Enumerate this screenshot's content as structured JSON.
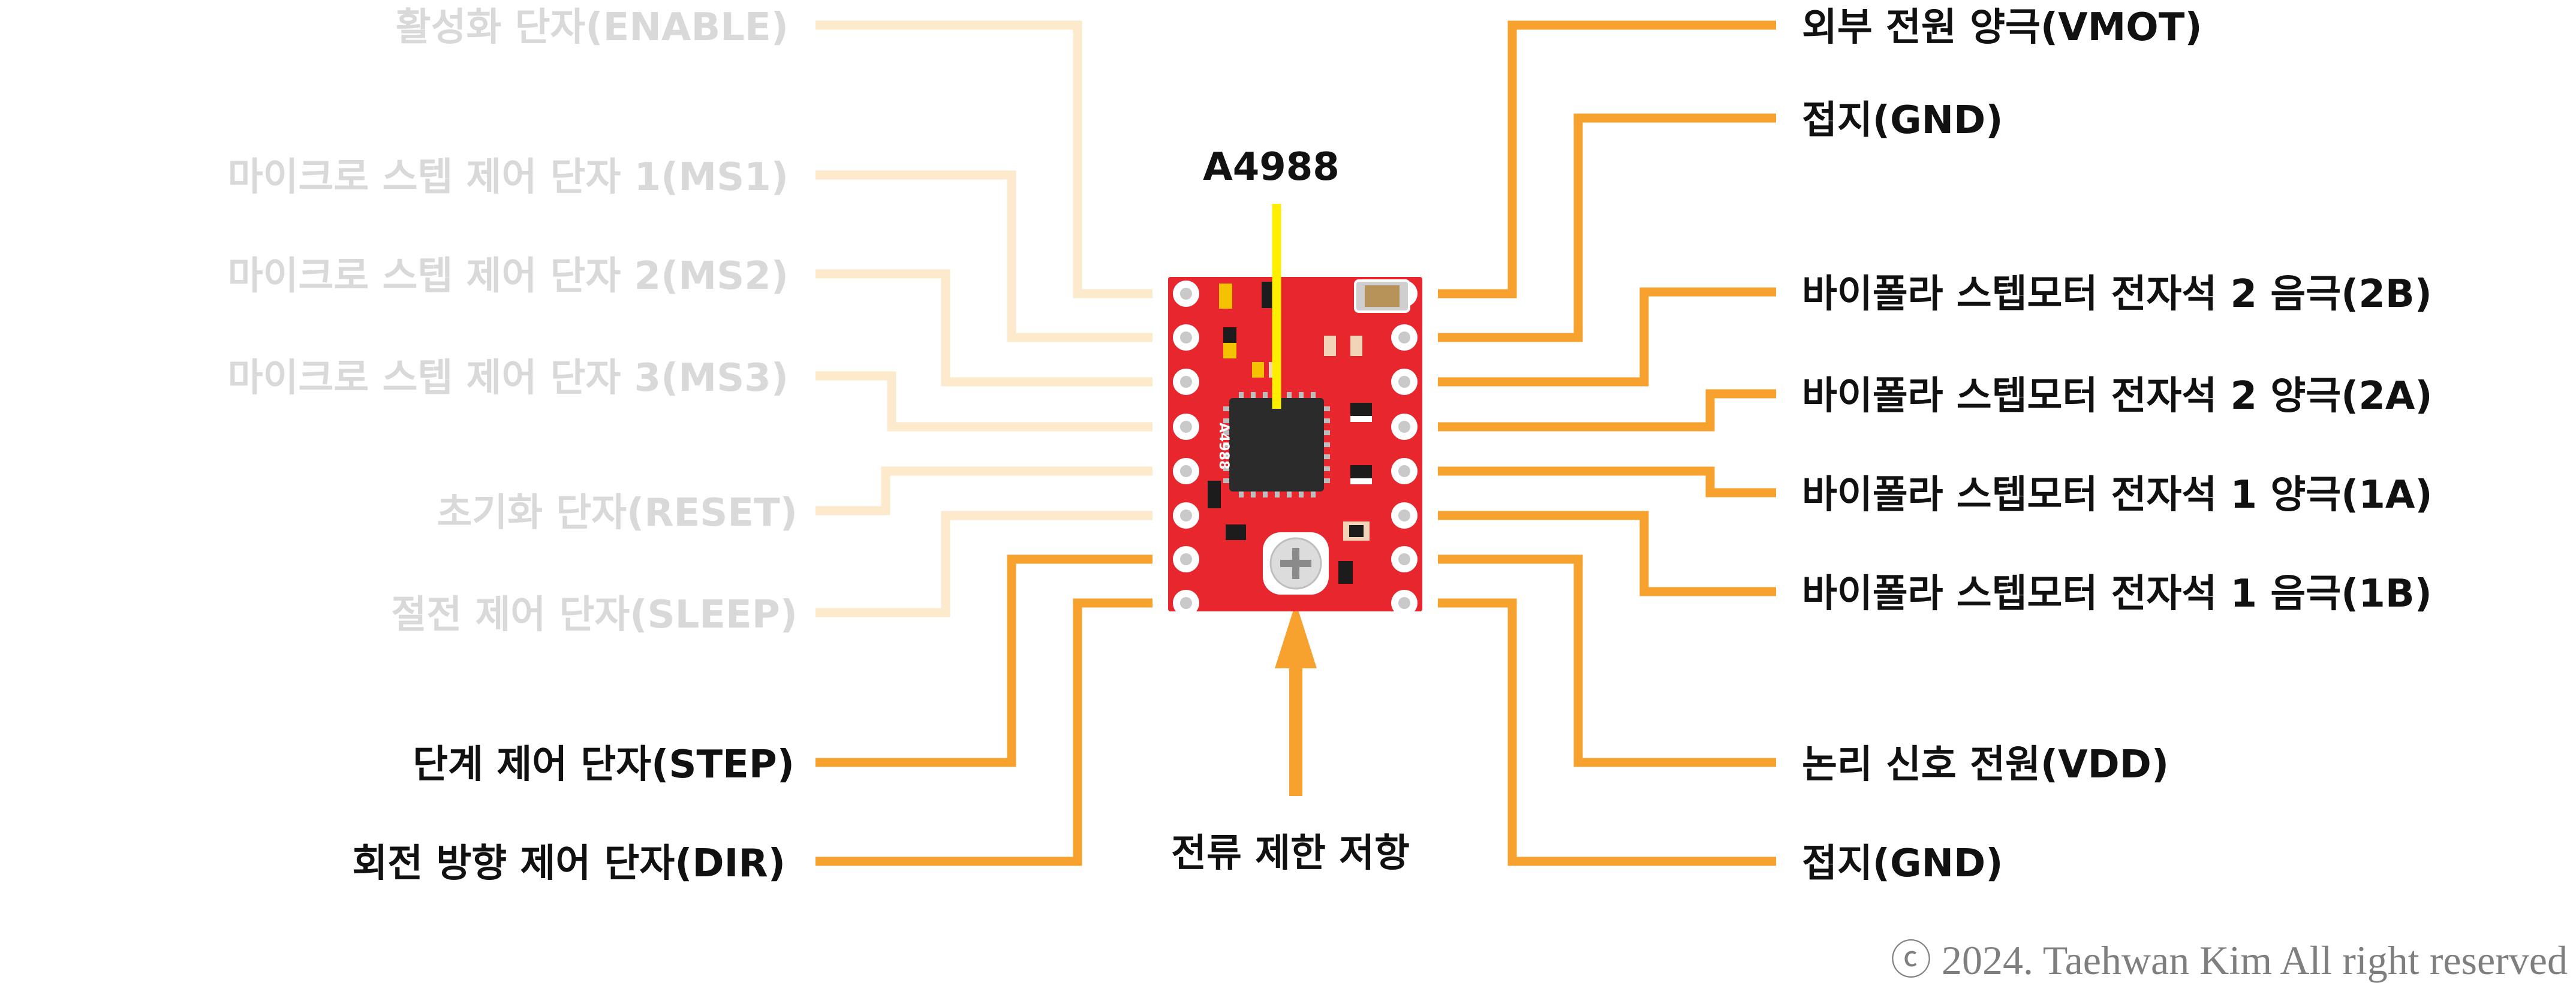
{
  "chip": {
    "title": "A4988",
    "silk": "A4988"
  },
  "left_pins": [
    {
      "label": "활성화 단자(ENABLE)",
      "active": false
    },
    {
      "label": "마이크로 스텝 제어 단자 1(MS1)",
      "active": false
    },
    {
      "label": "마이크로 스텝 제어 단자 2(MS2)",
      "active": false
    },
    {
      "label": "마이크로 스텝 제어 단자 3(MS3)",
      "active": false
    },
    {
      "label": "초기화 단자(RESET)",
      "active": false
    },
    {
      "label": "절전 제어 단자(SLEEP)",
      "active": false
    },
    {
      "label": "단계 제어 단자(STEP)",
      "active": true
    },
    {
      "label": "회전 방향 제어 단자(DIR)",
      "active": true
    }
  ],
  "right_pins": [
    {
      "label": "외부 전원 양극(VMOT)"
    },
    {
      "label": "접지(GND)"
    },
    {
      "label": "바이폴라 스텝모터 전자석 2 음극(2B)"
    },
    {
      "label": "바이폴라 스텝모터 전자석 2 양극(2A)"
    },
    {
      "label": "바이폴라 스텝모터 전자석 1 양극(1A)"
    },
    {
      "label": "바이폴라 스텝모터 전자석 1 음극(1B)"
    },
    {
      "label": "논리 신호 전원(VDD)"
    },
    {
      "label": "접지(GND)"
    }
  ],
  "potentiometer_label": "전류 제한 저항",
  "copyright": "ⓒ 2024. Taehwan Kim All right reserved",
  "colors": {
    "orange": "#f7a12e",
    "faded_orange": "#fde9cc",
    "faded_text": "#d9d9d9",
    "yellow": "#ffee00",
    "board_red": "#e8262d",
    "text": "#111111",
    "copyright_text": "#7f7f7f"
  }
}
